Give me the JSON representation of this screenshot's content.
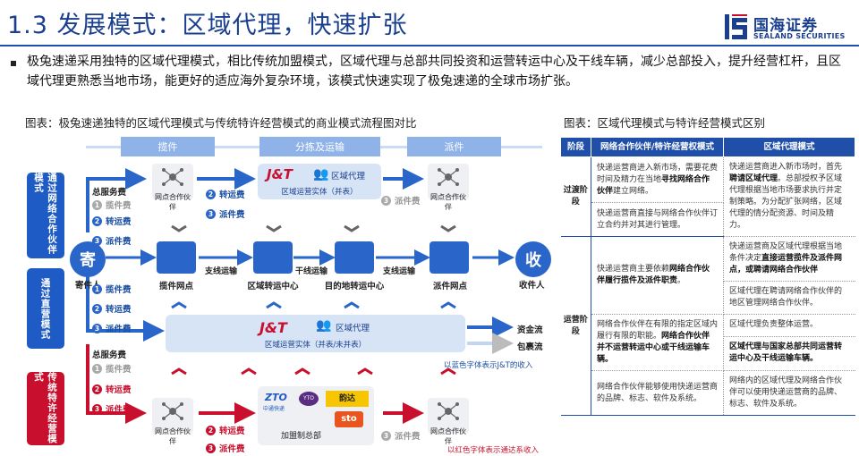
{
  "header": {
    "title": "1.3 发展模式：区域代理，快速扩张",
    "logo_cn": "国海证券",
    "logo_en": "SEALAND SECURITIES"
  },
  "summary": "极兔速递采用独特的区域代理模式，相比传统加盟模式，区域代理与总部共同投资和运营转运中心及干线车辆，减少总部投入，提升经营杠杆，且区域代理更熟悉当地市场，能更好的适应海外复杂环境，该模式快速实现了极兔速递的全球市场扩张。",
  "diagram": {
    "caption": "图表：极兔速递独特的区域代理模式与传统特许经营模式的商业模式流程图对比",
    "phases": [
      "揽件",
      "分拣及运输",
      "派件"
    ],
    "side_labels": [
      "通过网络合作伙伴模式",
      "通过直营模式",
      "传统特许经营模式"
    ],
    "fee_title": "总服务费",
    "fees": {
      "pickup": "揽件费",
      "transfer": "转运费",
      "delivery": "派件费"
    },
    "nums": [
      "1",
      "2",
      "3"
    ],
    "node_label": "网点合作伙伴",
    "jt_logo": "J&T",
    "regional_agent": "区域代理",
    "entity_top": "区域运营实体（并表）",
    "entity_mid": "区域运营实体（并表/未并表）",
    "sender_char": "寄",
    "sender": "寄件人",
    "receiver_char": "收",
    "receiver": "收件人",
    "stations": [
      "揽件网点",
      "区域转运中心",
      "目的地转运中心",
      "派件网点"
    ],
    "lines": [
      "支线运输",
      "干线运输",
      "支线运输"
    ],
    "flows": [
      "资金流",
      "包裹流"
    ],
    "blue_note": "以蓝色字体表示J&T的收入",
    "red_note": "以红色字体表示通达系收入",
    "franchise_hq": "加盟制总部",
    "brands": [
      "ZTO",
      "中通快递",
      "YTO",
      "韵达",
      "sto"
    ]
  },
  "table": {
    "caption": "图表：区域代理模式与特许经营模式区别",
    "headers": [
      "阶段",
      "网络合作伙伴/特许经营权模式",
      "区域代理模式"
    ],
    "stage1": "过渡阶段",
    "stage2": "运营阶段",
    "r1a_pre": "快递运营商进入新市场，需要花费时间及精力在当地",
    "r1a_b": "寻找网络合作伙伴",
    "r1a_post": "建立网络。",
    "r1b": "快递运营商直接与网络合作伙伴订立合约并对其进行管理。",
    "r1c_pre": "快递运营商进入新市场时，首先",
    "r1c_b": "聘请区域代理",
    "r1c_post": "。总部授权予区域代理根据当地市场要求执行并定制策略。为分配扩张网络，区域代理的情分配资源、时间及精力。",
    "r2a_pre": "快递运营商主要依赖",
    "r2a_b": "网络合作伙伴履行揽件及派件职责",
    "r2a_post": "。",
    "r2c_pre": "快递运营商及区域代理根据当地条件决定",
    "r2c_b": "直接运营揽件及派件网点，或聘请网络合作伙伴",
    "r3c": "区域代理在聘请网络合作伙伴的地区管理网络合作伙伴。",
    "r4a_pre": "网络合作伙伴在有限的指定区域内履行有限的职能。",
    "r4a_b": "网络合作伙伴并不运营转运中心或干线运输车辆。",
    "r4c": "区域代理负责整体运营。",
    "r5c_b": "区域代理与国家总部共同运营转运中心及干线运输车辆。",
    "r6a": "网络合作伙伴能够使用快递运营商的品牌、标志、软件及系统。",
    "r6c": "网络内的区域代理及网络合作伙伴可以使用快递运营商的品牌、标志、软件及系统。"
  },
  "colors": {
    "primary": "#1f4fa8",
    "blue": "#2a66c9",
    "red": "#c8102e",
    "light": "#d7e4f6"
  }
}
